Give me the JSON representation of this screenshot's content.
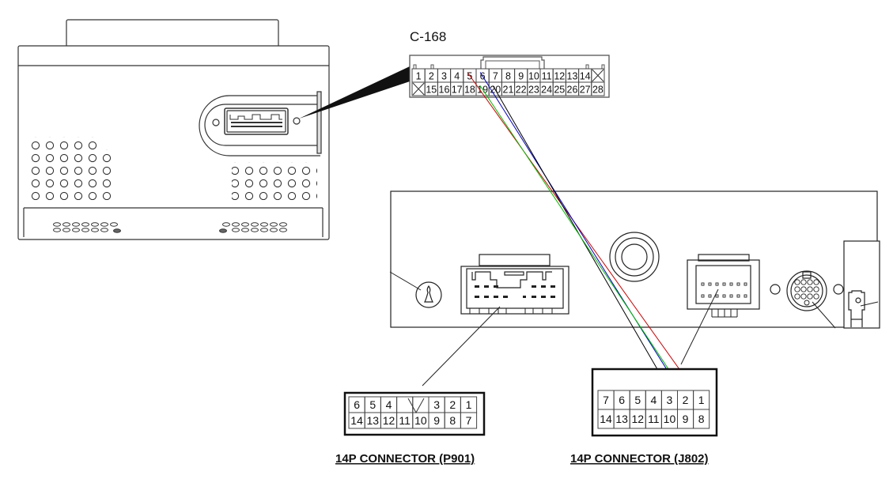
{
  "diagram": {
    "type": "wiring-connector-diagram",
    "c168": {
      "label": "C-168",
      "top_row": [
        "1",
        "2",
        "3",
        "4",
        "5",
        "6",
        "7",
        "8",
        "9",
        "10",
        "11",
        "12",
        "13",
        "14",
        "X"
      ],
      "bottom_row": [
        "X",
        "15",
        "16",
        "17",
        "18",
        "19",
        "20",
        "21",
        "22",
        "23",
        "24",
        "25",
        "26",
        "27",
        "28"
      ]
    },
    "p901": {
      "caption": "14P CONNECTOR (P901)",
      "top_row": [
        "6",
        "5",
        "4",
        "",
        "",
        "3",
        "2",
        "1"
      ],
      "bottom_row": [
        "14",
        "13",
        "12",
        "11",
        "10",
        "9",
        "8",
        "7"
      ]
    },
    "j802": {
      "caption": "14P CONNECTOR (J802)",
      "top_row": [
        "7",
        "6",
        "5",
        "4",
        "3",
        "2",
        "1"
      ],
      "bottom_row": [
        "14",
        "13",
        "12",
        "11",
        "10",
        "9",
        "8"
      ]
    },
    "wires": [
      {
        "name": "red-wire",
        "from_pin": "5",
        "to_pin": "1",
        "color": "#cc0000"
      },
      {
        "name": "blue-wire",
        "from_pin": "6",
        "to_pin": "2",
        "color": "#0000bb"
      },
      {
        "name": "black-wire",
        "from_pin": "20",
        "to_pin": "9",
        "color": "#000000"
      },
      {
        "name": "green-wire",
        "from_pin": "19",
        "to_pin": "8",
        "color": "#00bb00"
      }
    ]
  }
}
